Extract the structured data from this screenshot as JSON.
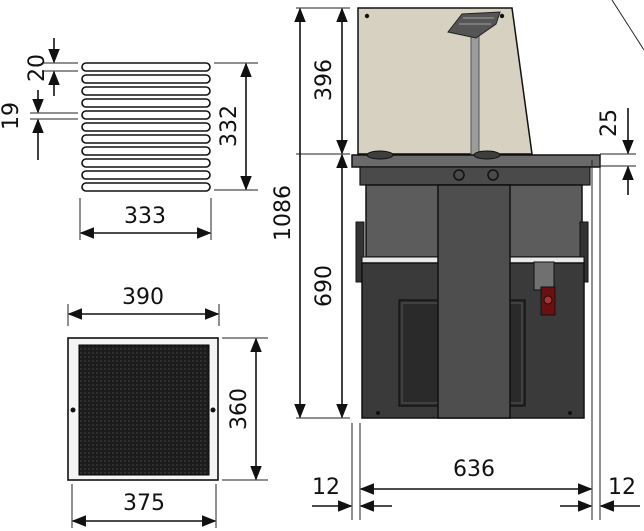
{
  "dimensions": {
    "condenser": {
      "fin_pitch": "20",
      "fin_gap": "19",
      "height": "332",
      "width": "333"
    },
    "grille": {
      "outer_width": "390",
      "height": "360",
      "inner_width": "375"
    },
    "unit": {
      "total_height": "1086",
      "glass_height": "396",
      "base_height": "690",
      "lip": "25",
      "width": "636",
      "left_margin": "12",
      "right_margin": "12"
    }
  },
  "colors": {
    "line": "#111111",
    "glass": "#d7d1c2",
    "body_dark": "#3a3a3a",
    "body_mid": "#5a5a5a",
    "grille": "#151515"
  },
  "icons": {
    "tap": "tap-handle-icon"
  }
}
